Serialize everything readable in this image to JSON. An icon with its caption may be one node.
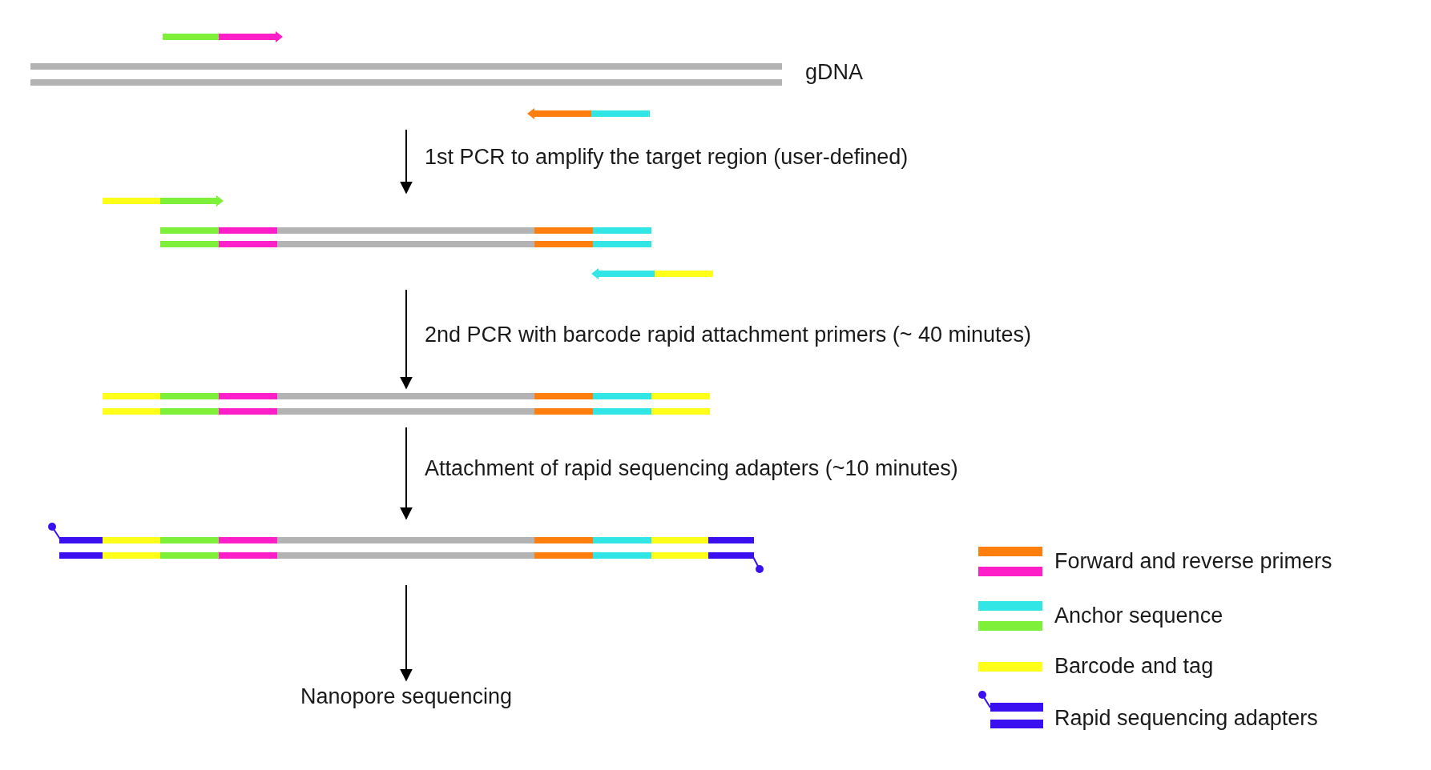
{
  "diagram": {
    "nodes": [
      {
        "text": [],
        "shape": "picture",
        "beside": [
          "gDNA"
        ]
      },
      {
        "text": [],
        "shape": "picture"
      },
      {
        "text": [],
        "shape": "picture"
      },
      {
        "text": [],
        "shape": "picture"
      },
      {
        "text": [
          "Nanopore sequencing"
        ]
      }
    ],
    "edges": [
      {
        "from": 0,
        "to": 1,
        "arrow": "to",
        "label": "1st PCR to amplify the target region (user-defined)"
      },
      {
        "from": 1,
        "to": 2,
        "arrow": "to",
        "label": "2nd PCR with barcode rapid attachment primers (~ 40 minutes)"
      },
      {
        "from": 2,
        "to": 3,
        "arrow": "to",
        "label": "Attachment of rapid sequencing adapters (~10 minutes)"
      },
      {
        "from": 3,
        "to": 4,
        "arrow": "to"
      }
    ],
    "legend": [
      {
        "text": "Forward and reverse primers"
      },
      {
        "text": "Anchor sequence"
      },
      {
        "text": "Barcode and tag",
        "color": "#ffff1a"
      },
      {
        "text": "Rapid sequencing adapters"
      }
    ]
  }
}
